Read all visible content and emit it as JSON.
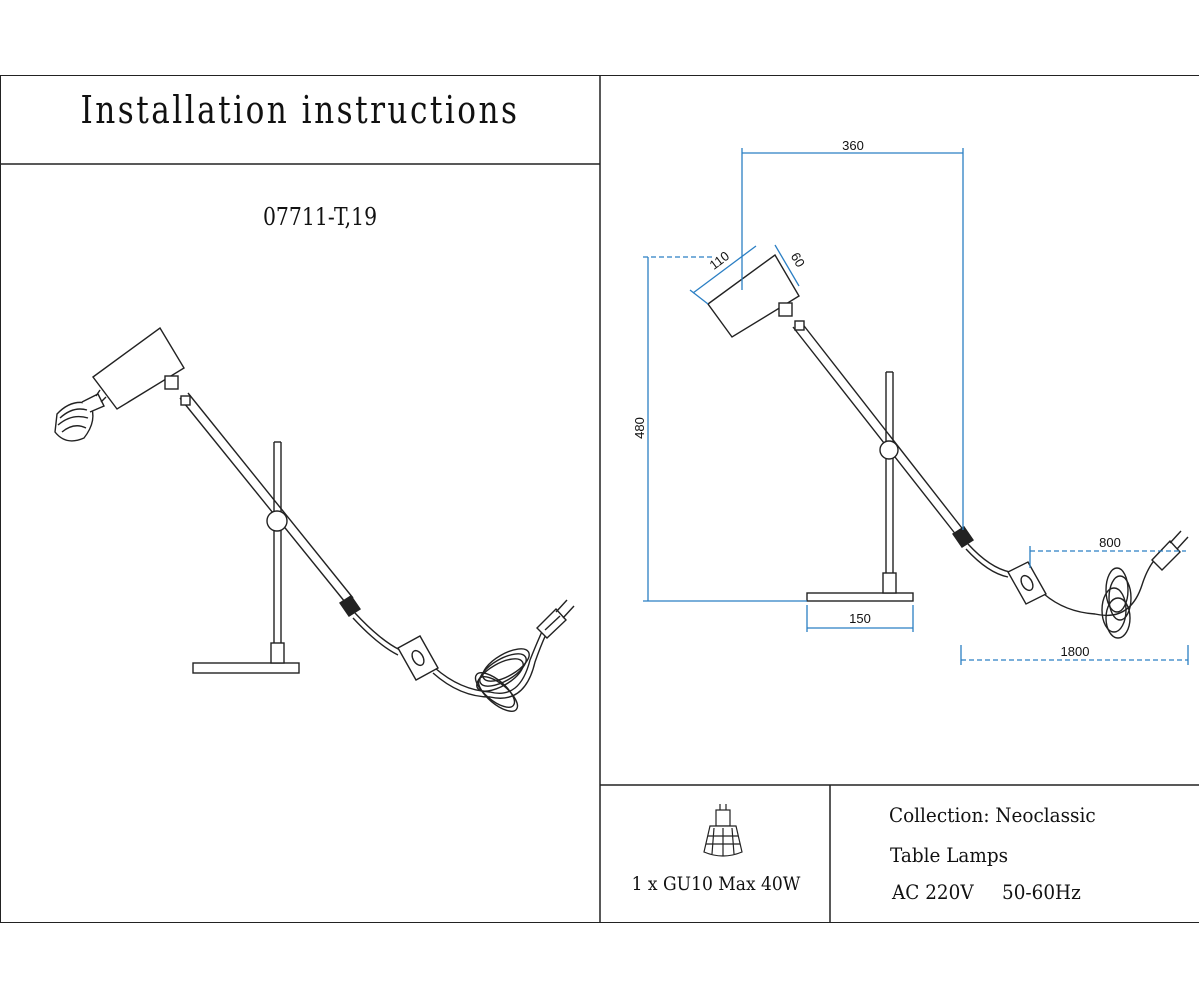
{
  "header": {
    "title": "Installation instructions"
  },
  "product": {
    "model": "07711-T,19"
  },
  "dimensions": {
    "width_reach": "360",
    "shade_length": "110",
    "shade_depth": "60",
    "height": "480",
    "base": "150",
    "switch_cable": "800",
    "cable_total": "1800"
  },
  "bulb": {
    "spec": "1 x GU10 Max 40W"
  },
  "specs": {
    "collection": "Collection: Neoclassic",
    "category": "Table Lamps",
    "voltage": "AC 220V",
    "frequency": "50-60Hz"
  },
  "colors": {
    "line": "#222222",
    "dimension": "#2b7fc4"
  }
}
